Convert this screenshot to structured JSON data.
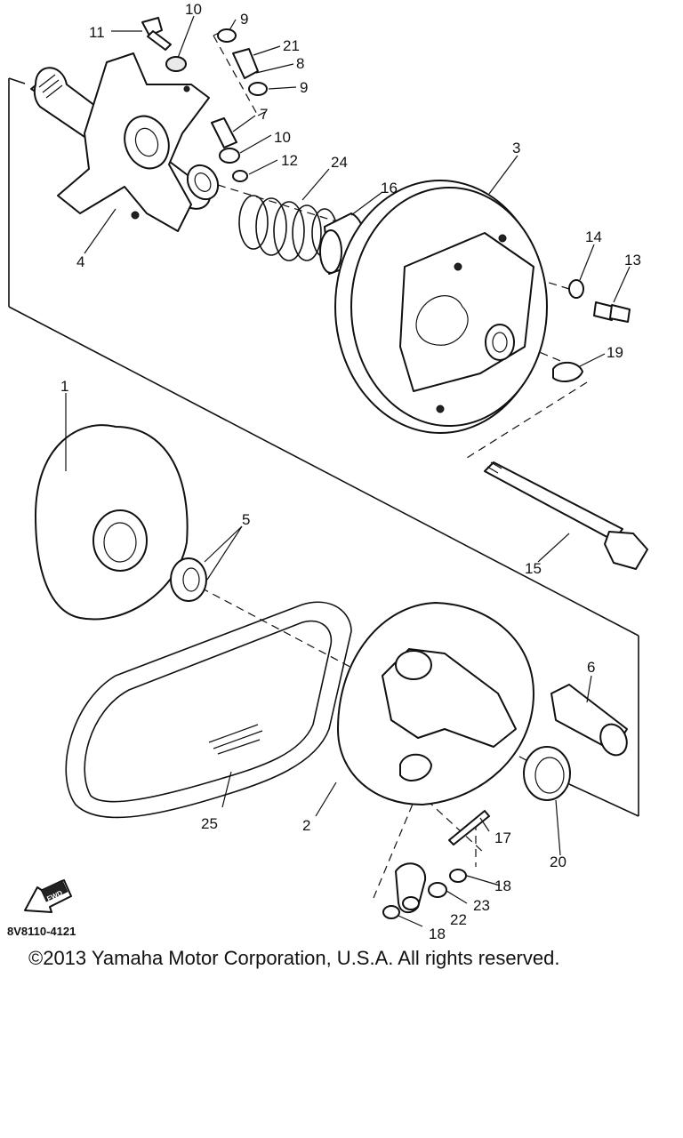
{
  "diagram": {
    "drawing_code": "8V8110-4121",
    "callouts": {
      "p1": "1",
      "p2": "2",
      "p3": "3",
      "p4": "4",
      "p5": "5",
      "p6": "6",
      "p7": "7",
      "p8": "8",
      "p9a": "9",
      "p9b": "9",
      "p10a": "10",
      "p10b": "10",
      "p11": "11",
      "p12": "12",
      "p13": "13",
      "p14": "14",
      "p15": "15",
      "p16": "16",
      "p17": "17",
      "p18a": "18",
      "p18b": "18",
      "p19": "19",
      "p20": "20",
      "p21": "21",
      "p22": "22",
      "p23": "23",
      "p24": "24",
      "p25": "25"
    },
    "front_badge": "FWD"
  },
  "footer": {
    "copyright": "©2013 Yamaha Motor Corporation, U.S.A. All rights reserved."
  }
}
